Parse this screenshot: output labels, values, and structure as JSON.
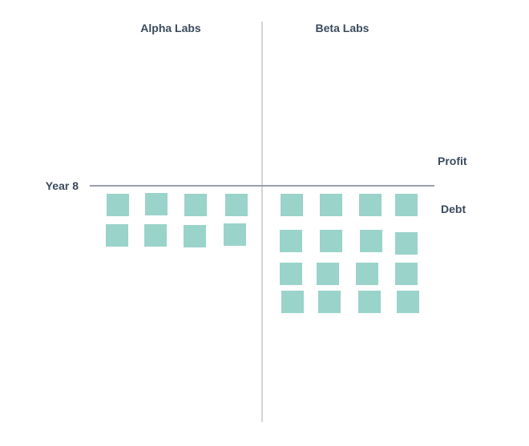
{
  "chart": {
    "left_group_label": "Alpha Labs",
    "right_group_label": "Beta Labs",
    "axis_row_label": "Year 8",
    "above_axis_label": "Profit",
    "below_axis_label": "Debt"
  },
  "colors": {
    "square": "#9ad3ca",
    "text": "#3a4a5c",
    "axis_line": "#98a0ab",
    "divider_line": "#d4d4d4",
    "background": "#ffffff"
  },
  "chart_data": {
    "type": "pictogram",
    "subtype": "unit-square waffle, hand-sketched style",
    "title": "",
    "categories": [
      "Alpha Labs",
      "Beta Labs"
    ],
    "series": [
      {
        "name": "Debt",
        "values": [
          8,
          16
        ]
      }
    ],
    "columns_per_row": 4,
    "rows_per_group": {
      "Alpha Labs": 2,
      "Beta Labs": 4
    },
    "row_label": "Year 8",
    "axis_labels": {
      "above": "Profit",
      "below": "Debt"
    },
    "notes": "All unit squares sit below the horizontal Profit/Debt axis (in the Debt region); the quadrants above the axis are empty.",
    "legend_position": "none",
    "grid": false
  }
}
